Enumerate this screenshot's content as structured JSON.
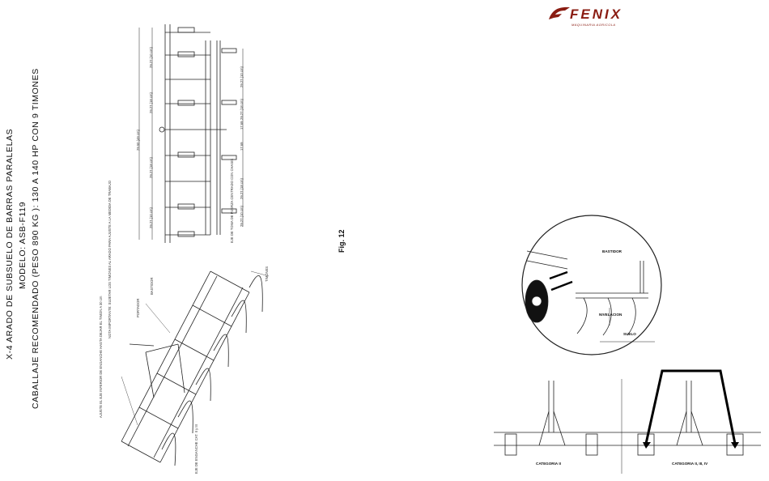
{
  "title": {
    "line1": "X-4 ARADO DE SUBSUELO DE BARRAS PARALELAS",
    "line2": "MODELO: ASB-F119",
    "line3": "CABALLAJE RECOMENDADO (PESO 890 KG ): 130 A 140 HP CON 9 TIMONES"
  },
  "figure_label": "Fig. 12",
  "logo": {
    "brand": "FENIX",
    "tagline": "MAQUINARIA AGRICOLA"
  },
  "top_view": {
    "overall_dim": "29.50 (49 cm)",
    "dims_left": [
      "29.27 (10 cm)",
      "29.27 (18 cm)",
      "29.27 (18 cm)",
      "29.27 (10 cm)"
    ],
    "dims_right": [
      "29.27 (10 cm)",
      "29.27 (18 cm)",
      "17.69",
      "17.69",
      "29.27 (18 cm)",
      "29.27 (10 cm)"
    ],
    "note": "EJE DE TOMA DE FUERZA CENTRADO CON CHASIS"
  },
  "iso_view": {
    "callouts": [
      "AJUSTE EL EJE INFERIOR DE ENGANCHE HASTA DEJAR EL TIMON A 30 cm",
      "NOTA IMPORTANTE: SUJETAR LOS TIMONES AL ARADO PARA AJUSTE A LA MEDIDA DE TRABAJO",
      "BASTIDOR",
      "PORTADOR",
      "TIMONES",
      "EJE DE ENGANCHE CAT. II y III"
    ]
  },
  "circle_view": {
    "labels": [
      "BASTIDOR",
      "NIVELACION",
      "SUELO"
    ]
  },
  "hitch_view": {
    "cat_left": "CATEGORIA II",
    "cat_right": "CATEGORIA II, III, IV"
  }
}
